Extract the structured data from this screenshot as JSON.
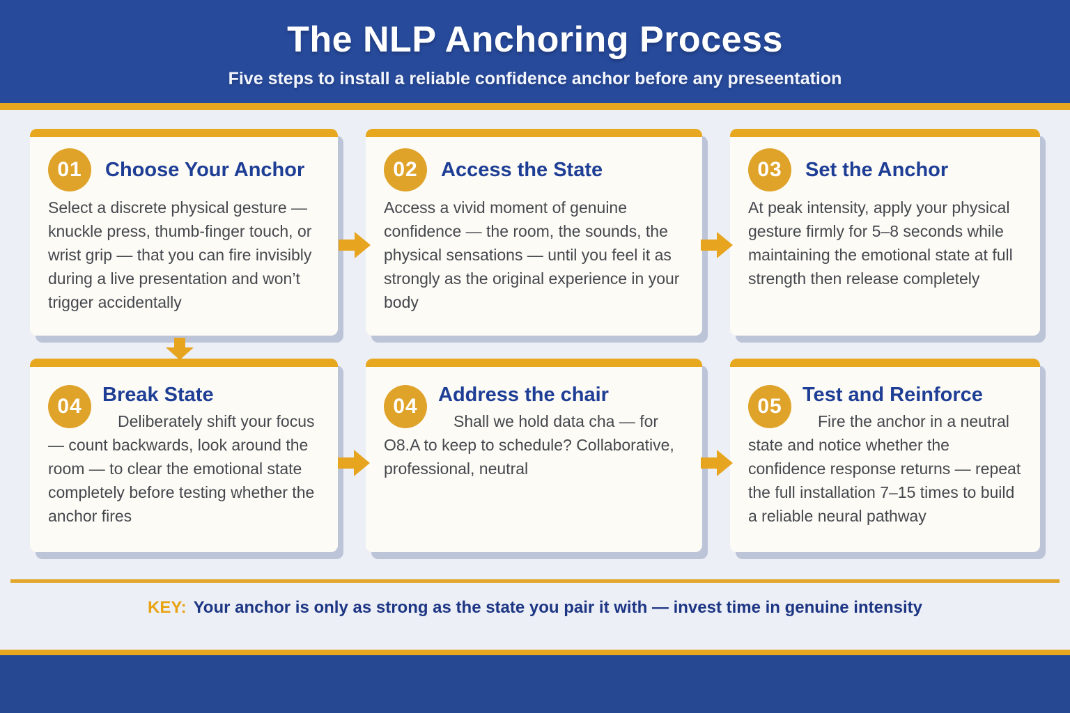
{
  "header": {
    "title": "The NLP Anchoring Process",
    "subtitle": "Five steps to install a reliable confidence anchor before any preseentation"
  },
  "steps": [
    {
      "number": "01",
      "title": "Choose Your Anchor",
      "body": "Select a discrete physical gesture — knuckle press, thumb-finger touch, or wrist grip — that you can fire invisibly during a live presentation and won’t trigger accidentally"
    },
    {
      "number": "02",
      "title": "Access the State",
      "body": "Access a vivid moment of genuine confidence — the room, the sounds, the physical sensations — until you feel it as strongly as the original experience in your body"
    },
    {
      "number": "03",
      "title": "Set the Anchor",
      "body": "At peak intensity, apply your physical gesture firmly for 5–8 seconds while maintaining the emotional state at full strength then release completely"
    },
    {
      "number": "04",
      "title": "Break State",
      "body": "Deliberately shift your focus — count backwards, look around the room — to clear the emotional state completely before testing whether the anchor fires"
    },
    {
      "number": "04",
      "title": "Address the chair",
      "body": "Shall we hold data cha — for O8.A to keep to schedule? Collaborative, professional, neutral"
    },
    {
      "number": "05",
      "title": "Test and Reinforce",
      "body": "Fire the anchor in a neutral state and notice whether the confidence response returns — repeat the full installation 7–15 times to build a reliable neural pathway"
    }
  ],
  "footer": {
    "key_label": "KEY:",
    "key_text": "Your anchor is only as strong as the state you pair it with — invest time in genuine intensity"
  },
  "colors": {
    "brand_blue": "#274a9b",
    "accent_gold": "#e7a81f",
    "circle_gold": "#dfa32a",
    "title_navy": "#1e3e96",
    "body_gray": "#44474d",
    "card_bg": "#fdfbf5",
    "page_bg": "#edeff6"
  }
}
